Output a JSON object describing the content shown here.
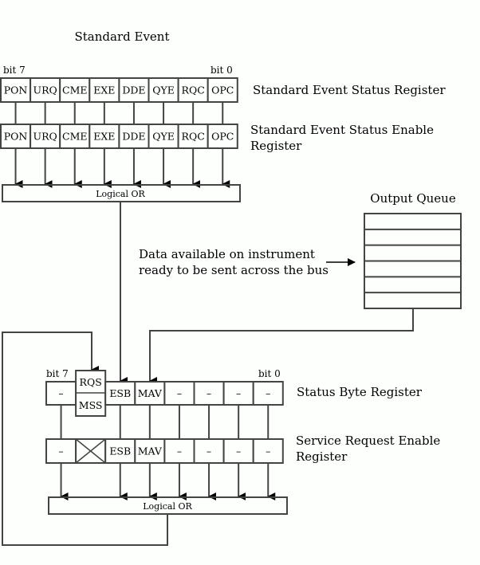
{
  "title": "Standard Event",
  "ser": {
    "label": "Standard Event Status Register",
    "bit_hi": "bit 7",
    "bit_lo": "bit 0",
    "bits": [
      "PON",
      "URQ",
      "CME",
      "EXE",
      "DDE",
      "QYE",
      "RQC",
      "OPC"
    ]
  },
  "sese": {
    "label_line1": "Standard Event Status Enable",
    "label_line2": "Register",
    "bits": [
      "PON",
      "URQ",
      "CME",
      "EXE",
      "DDE",
      "QYE",
      "RQC",
      "OPC"
    ]
  },
  "or_top": {
    "label": "Logical OR"
  },
  "output_queue": {
    "label": "Output Queue",
    "rows": 6
  },
  "data_available": {
    "line1": "Data available on instrument",
    "line2": "ready to be sent across the bus"
  },
  "sbr": {
    "label": "Status Byte Register",
    "bit_hi": "bit 7",
    "bit_lo": "bit 0",
    "bits": [
      "–",
      "RQS",
      "ESB",
      "MAV",
      "–",
      "–",
      "–",
      "–"
    ],
    "bit6_lower": "MSS"
  },
  "sre": {
    "label_line1": "Service Request Enable",
    "label_line2": "Register",
    "bits": [
      "–",
      "",
      "ESB",
      "MAV",
      "–",
      "–",
      "–",
      "–"
    ]
  },
  "or_bottom": {
    "label": "Logical OR"
  }
}
